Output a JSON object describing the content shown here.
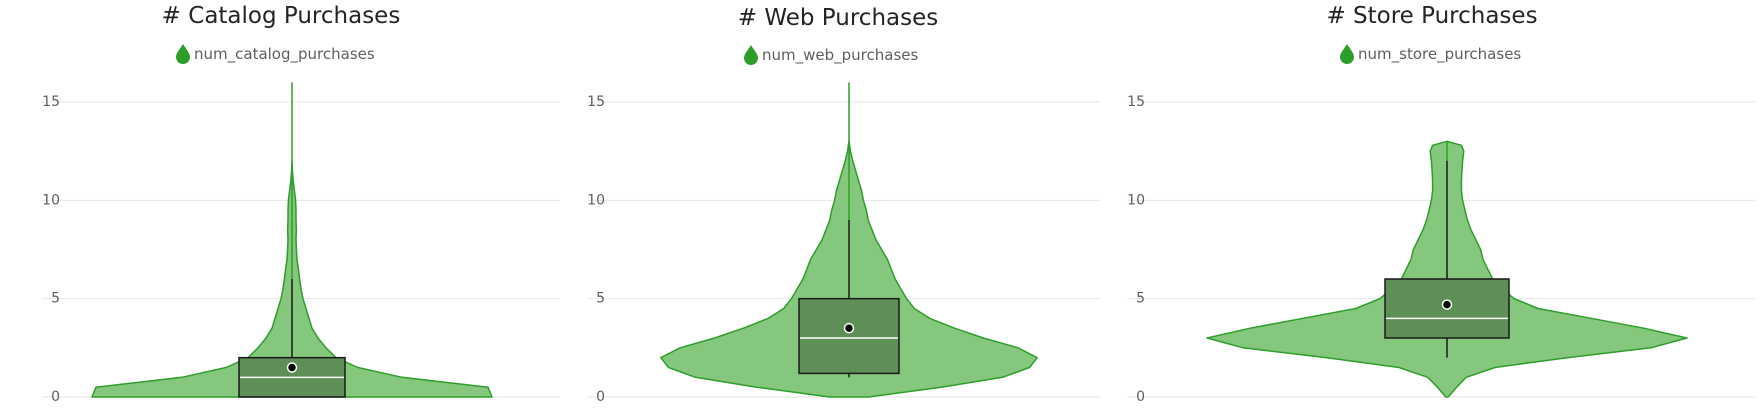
{
  "colors": {
    "violin_fill": "#84c77d",
    "violin_stroke": "#2e9e2a",
    "box_fill": "#5e8f57",
    "box_stroke": "#1a1a1a",
    "median_line": "#ffffff",
    "whisker": "#1a1a1a",
    "mean_dot": "#000000",
    "legend_marker": "#2e9e2a"
  },
  "chart_data": [
    {
      "type": "violin",
      "title": "# Catalog Purchases",
      "legend": "num_catalog_purchases",
      "yticks": [
        0,
        5,
        10,
        15
      ],
      "ylim": [
        0,
        16
      ],
      "grid": true,
      "box": {
        "q1": 0,
        "median": 1,
        "q3": 2,
        "whisker_low": 0,
        "whisker_high": 6,
        "mean": 1.5
      },
      "violin_max": 16,
      "density": [
        {
          "y": 0,
          "w": 1.0
        },
        {
          "y": 0.5,
          "w": 0.98
        },
        {
          "y": 1,
          "w": 0.55
        },
        {
          "y": 1.5,
          "w": 0.33
        },
        {
          "y": 2,
          "w": 0.22
        },
        {
          "y": 2.5,
          "w": 0.17
        },
        {
          "y": 3,
          "w": 0.13
        },
        {
          "y": 3.5,
          "w": 0.1
        },
        {
          "y": 4,
          "w": 0.085
        },
        {
          "y": 4.5,
          "w": 0.07
        },
        {
          "y": 5,
          "w": 0.055
        },
        {
          "y": 5.5,
          "w": 0.045
        },
        {
          "y": 6,
          "w": 0.038
        },
        {
          "y": 6.5,
          "w": 0.032
        },
        {
          "y": 7,
          "w": 0.025
        },
        {
          "y": 7.5,
          "w": 0.022
        },
        {
          "y": 8,
          "w": 0.02
        },
        {
          "y": 8.5,
          "w": 0.022
        },
        {
          "y": 9,
          "w": 0.02
        },
        {
          "y": 9.5,
          "w": 0.02
        },
        {
          "y": 10,
          "w": 0.018
        },
        {
          "y": 10.5,
          "w": 0.012
        },
        {
          "y": 11,
          "w": 0.006
        },
        {
          "y": 11.5,
          "w": 0.002
        },
        {
          "y": 12,
          "w": 0
        }
      ]
    },
    {
      "type": "violin",
      "title": "# Web Purchases",
      "legend": "num_web_purchases",
      "yticks": [
        0,
        5,
        10,
        15
      ],
      "ylim": [
        0,
        16
      ],
      "grid": true,
      "box": {
        "q1": 1.2,
        "median": 3,
        "q3": 5,
        "whisker_low": 1,
        "whisker_high": 9,
        "mean": 3.5
      },
      "violin_max": 16,
      "density": [
        {
          "y": 0,
          "w": 0.1
        },
        {
          "y": 0.5,
          "w": 0.48
        },
        {
          "y": 1,
          "w": 0.8
        },
        {
          "y": 1.5,
          "w": 0.94
        },
        {
          "y": 2,
          "w": 0.98
        },
        {
          "y": 2.5,
          "w": 0.88
        },
        {
          "y": 3,
          "w": 0.7
        },
        {
          "y": 3.5,
          "w": 0.55
        },
        {
          "y": 4,
          "w": 0.42
        },
        {
          "y": 4.5,
          "w": 0.34
        },
        {
          "y": 5,
          "w": 0.3
        },
        {
          "y": 5.5,
          "w": 0.27
        },
        {
          "y": 6,
          "w": 0.24
        },
        {
          "y": 6.5,
          "w": 0.22
        },
        {
          "y": 7,
          "w": 0.2
        },
        {
          "y": 7.5,
          "w": 0.17
        },
        {
          "y": 8,
          "w": 0.14
        },
        {
          "y": 8.5,
          "w": 0.12
        },
        {
          "y": 9,
          "w": 0.1
        },
        {
          "y": 9.5,
          "w": 0.09
        },
        {
          "y": 10,
          "w": 0.075
        },
        {
          "y": 10.5,
          "w": 0.065
        },
        {
          "y": 11,
          "w": 0.05
        },
        {
          "y": 11.5,
          "w": 0.035
        },
        {
          "y": 12,
          "w": 0.02
        },
        {
          "y": 12.5,
          "w": 0.008
        },
        {
          "y": 13,
          "w": 0
        }
      ]
    },
    {
      "type": "violin",
      "title": "# Store Purchases",
      "legend": "num_store_purchases",
      "yticks": [
        0,
        5,
        10,
        15
      ],
      "ylim": [
        0,
        16
      ],
      "grid": true,
      "box": {
        "q1": 3,
        "median": 4,
        "q3": 6,
        "whisker_low": 2,
        "whisker_high": 12,
        "mean": 4.7
      },
      "violin_max": 13,
      "density": [
        {
          "y": 0,
          "w": 0.005
        },
        {
          "y": 0.5,
          "w": 0.04
        },
        {
          "y": 1,
          "w": 0.08
        },
        {
          "y": 1.5,
          "w": 0.2
        },
        {
          "y": 2,
          "w": 0.5
        },
        {
          "y": 2.5,
          "w": 0.85
        },
        {
          "y": 3,
          "w": 1.0
        },
        {
          "y": 3.5,
          "w": 0.82
        },
        {
          "y": 4,
          "w": 0.6
        },
        {
          "y": 4.5,
          "w": 0.38
        },
        {
          "y": 5,
          "w": 0.28
        },
        {
          "y": 5.5,
          "w": 0.23
        },
        {
          "y": 6,
          "w": 0.19
        },
        {
          "y": 6.5,
          "w": 0.17
        },
        {
          "y": 7,
          "w": 0.15
        },
        {
          "y": 7.5,
          "w": 0.14
        },
        {
          "y": 8,
          "w": 0.12
        },
        {
          "y": 8.5,
          "w": 0.1
        },
        {
          "y": 9,
          "w": 0.085
        },
        {
          "y": 9.5,
          "w": 0.075
        },
        {
          "y": 10,
          "w": 0.065
        },
        {
          "y": 10.5,
          "w": 0.06
        },
        {
          "y": 11,
          "w": 0.06
        },
        {
          "y": 11.5,
          "w": 0.062
        },
        {
          "y": 12,
          "w": 0.065
        },
        {
          "y": 12.5,
          "w": 0.07
        },
        {
          "y": 12.8,
          "w": 0.06
        },
        {
          "y": 13,
          "w": 0
        }
      ]
    }
  ]
}
